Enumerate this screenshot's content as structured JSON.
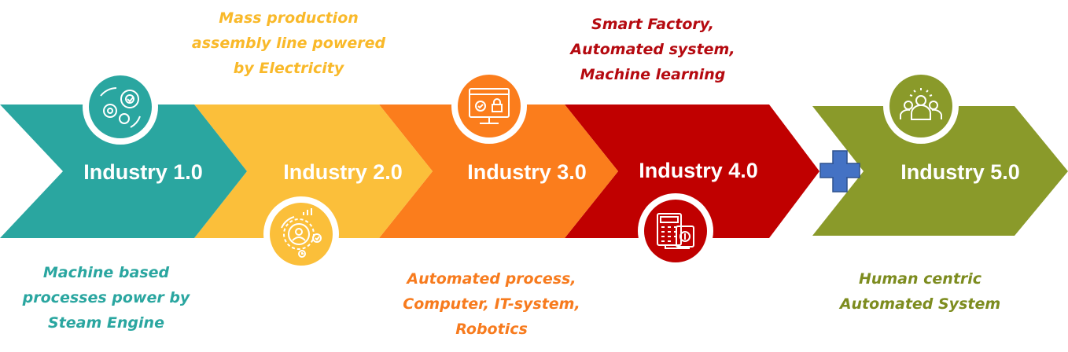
{
  "stages": [
    {
      "title": "Industry 1.0",
      "description": [
        "Machine based",
        "processes power by",
        "Steam Engine"
      ],
      "color": "#2aa6a0",
      "icon": "gears-check-icon"
    },
    {
      "title": "Industry 2.0",
      "description": [
        "Mass production",
        "assembly line powered",
        "by Electricity"
      ],
      "color": "#fbbf3a",
      "icon": "gear-person-chart-icon"
    },
    {
      "title": "Industry 3.0",
      "description": [
        "Automated process,",
        "Computer, IT-system,",
        "Robotics"
      ],
      "color": "#fb7d1c",
      "icon": "computer-monitor-lock-icon"
    },
    {
      "title": "Industry 4.0",
      "description": [
        "Smart Factory,",
        "Automated system,",
        "Machine learning"
      ],
      "color": "#c00000",
      "icon": "calculator-money-icon"
    },
    {
      "title": "Industry 5.0",
      "description": [
        "Human centric",
        "Automated System"
      ],
      "color": "#8a9a2a",
      "icon": "people-group-icon"
    }
  ],
  "connector": {
    "icon": "plus-icon",
    "color": "#4472c4"
  },
  "description_colors": [
    "#2aa6a0",
    "#f9b92a",
    "#f77b1e",
    "#b50a10",
    "#7d8c1f"
  ]
}
